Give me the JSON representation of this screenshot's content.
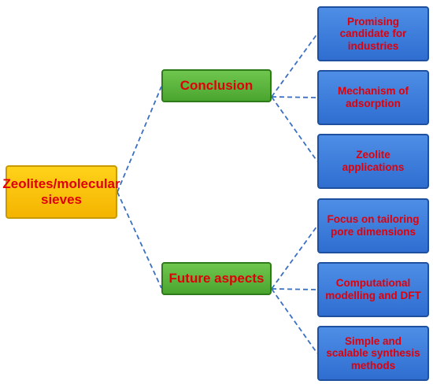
{
  "root": {
    "label": "Zeolites/molecular sieves"
  },
  "branches": [
    {
      "label": "Conclusion",
      "children": [
        "Promising candidate for industries",
        "Mechanism of adsorption",
        "Zeolite applications"
      ]
    },
    {
      "label": "Future aspects",
      "children": [
        "Focus on tailoring pore dimensions",
        "Computational modelling and DFT",
        "Simple and scalable synthesis methods"
      ]
    }
  ],
  "colors": {
    "root_fill": "#f4b400",
    "branch_fill": "#4aa52e",
    "leaf_fill": "#2f6ed0",
    "text": "#e0000a",
    "connector": "#3a6fc4"
  }
}
